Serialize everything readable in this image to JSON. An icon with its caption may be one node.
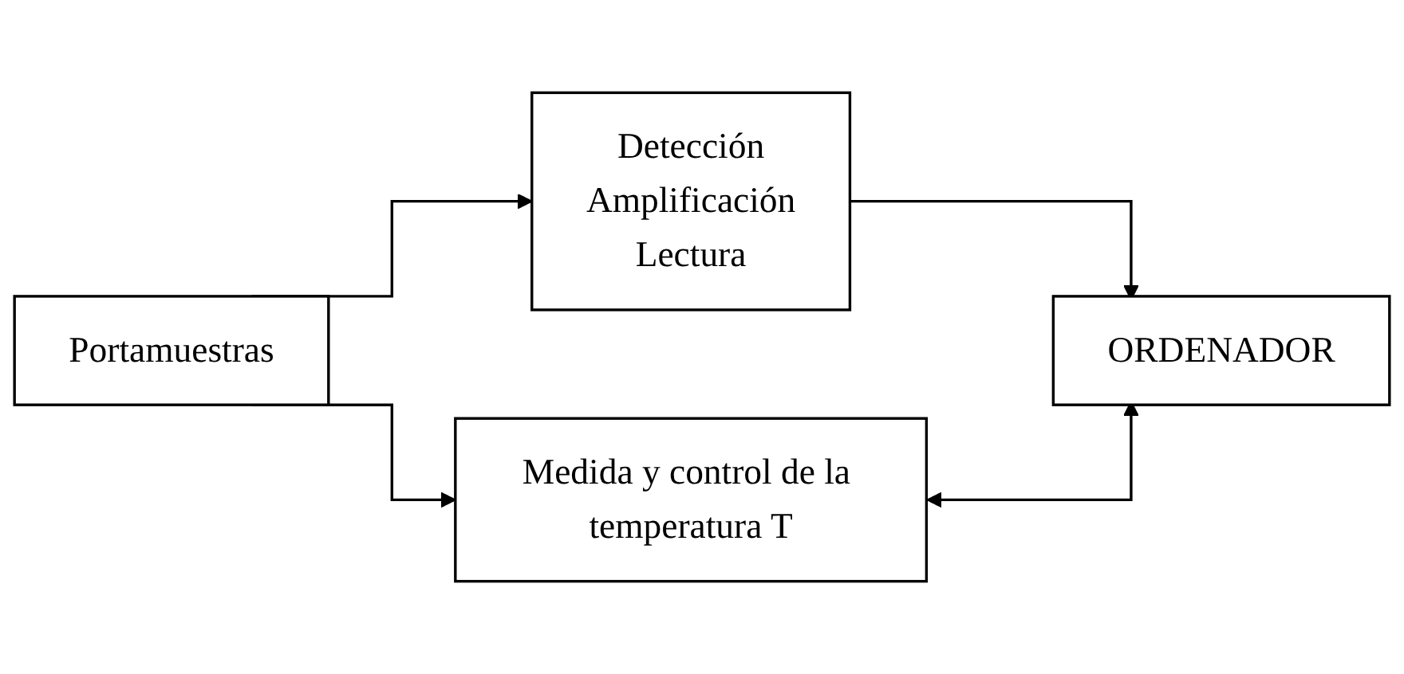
{
  "diagram": {
    "nodes": [
      {
        "text": [
          "Portamuestras"
        ]
      },
      {
        "text": [
          "Detección",
          "Amplificación",
          "Lectura"
        ]
      },
      {
        "text": [
          "ORDENADOR"
        ]
      },
      {
        "text": [
          "Medida y control de la temperatura T"
        ]
      }
    ],
    "edges": [
      {
        "from": 0,
        "to": 1,
        "arrow": "to"
      },
      {
        "from": 0,
        "to": 3,
        "arrow": "to"
      },
      {
        "from": 1,
        "to": 2,
        "arrow": "to"
      },
      {
        "from": 3,
        "to": 2,
        "arrow": "both"
      }
    ]
  }
}
